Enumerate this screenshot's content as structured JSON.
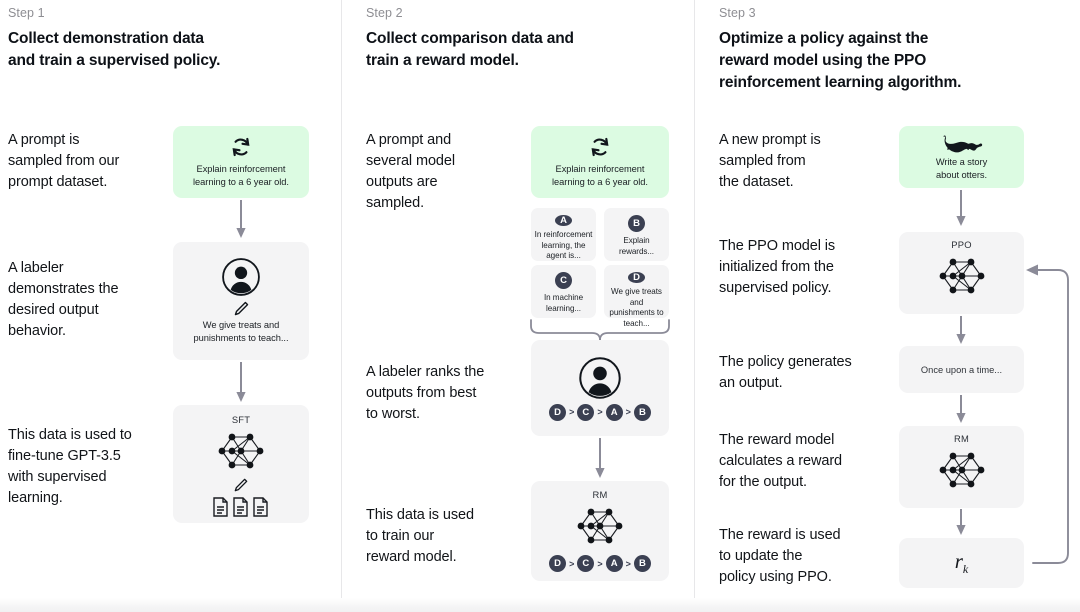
{
  "palette": {
    "prompt_green": "#dcfbe2",
    "box_gray": "#f4f4f5",
    "badge_navy": "#3b4052",
    "arrow_gray": "#8b8b98",
    "text": "#11161c",
    "muted": "#8e8e93"
  },
  "steps": [
    {
      "label": "Step 1",
      "title": "Collect demonstration data\nand train a supervised policy.",
      "captions": [
        "A prompt is\nsampled from our\nprompt dataset.",
        "A labeler\ndemonstrates the\ndesired output\nbehavior.",
        "This data is used to\nfine-tune GPT-3.5\nwith supervised\nlearning."
      ],
      "nodes": [
        {
          "icon": "refresh-icon",
          "text": "Explain reinforcement\nlearning to a 6 year old."
        },
        {
          "icon": "labeler-person-icon",
          "text": "We give treats and\npunishments to teach..."
        },
        {
          "icon": "neural-net-icon",
          "model": "SFT"
        }
      ]
    },
    {
      "label": "Step 2",
      "title": "Collect comparison data and\ntrain a reward model.",
      "captions": [
        "A prompt and\nseveral model\noutputs are\nsampled.",
        "A labeler ranks the\noutputs from best\nto worst.",
        "This data is used\nto train our\nreward model."
      ],
      "prompt": {
        "icon": "refresh-icon",
        "text": "Explain reinforcement\nlearning to a 6 year old."
      },
      "outputs": [
        {
          "badge": "A",
          "text": "In reinforcement\nlearning, the\nagent is..."
        },
        {
          "badge": "B",
          "text": "Explain rewards..."
        },
        {
          "badge": "C",
          "text": "In machine\nlearning..."
        },
        {
          "badge": "D",
          "text": "We give treats and\npunishments to\nteach..."
        }
      ],
      "ranking": [
        "D",
        "C",
        "A",
        "B"
      ],
      "reward_model_label": "RM"
    },
    {
      "label": "Step 3",
      "title": "Optimize a policy against the\nreward model using the PPO\nreinforcement learning algorithm.",
      "captions": [
        "A new prompt is\nsampled from\nthe dataset.",
        "The PPO model is\ninitialized from the\nsupervised policy.",
        "The policy generates\nan output.",
        "The reward model\ncalculates a reward\nfor the output.",
        "The reward is used\nto update the\npolicy using PPO."
      ],
      "nodes": [
        {
          "icon": "otter-icon",
          "text": "Write a story\nabout otters."
        },
        {
          "icon": "neural-net-icon",
          "model": "PPO"
        },
        {
          "icon": "text-output",
          "text": "Once upon a time..."
        },
        {
          "icon": "neural-net-icon",
          "model": "RM"
        },
        {
          "icon": "reward-value",
          "value": "r",
          "subscript": "k"
        }
      ]
    }
  ]
}
